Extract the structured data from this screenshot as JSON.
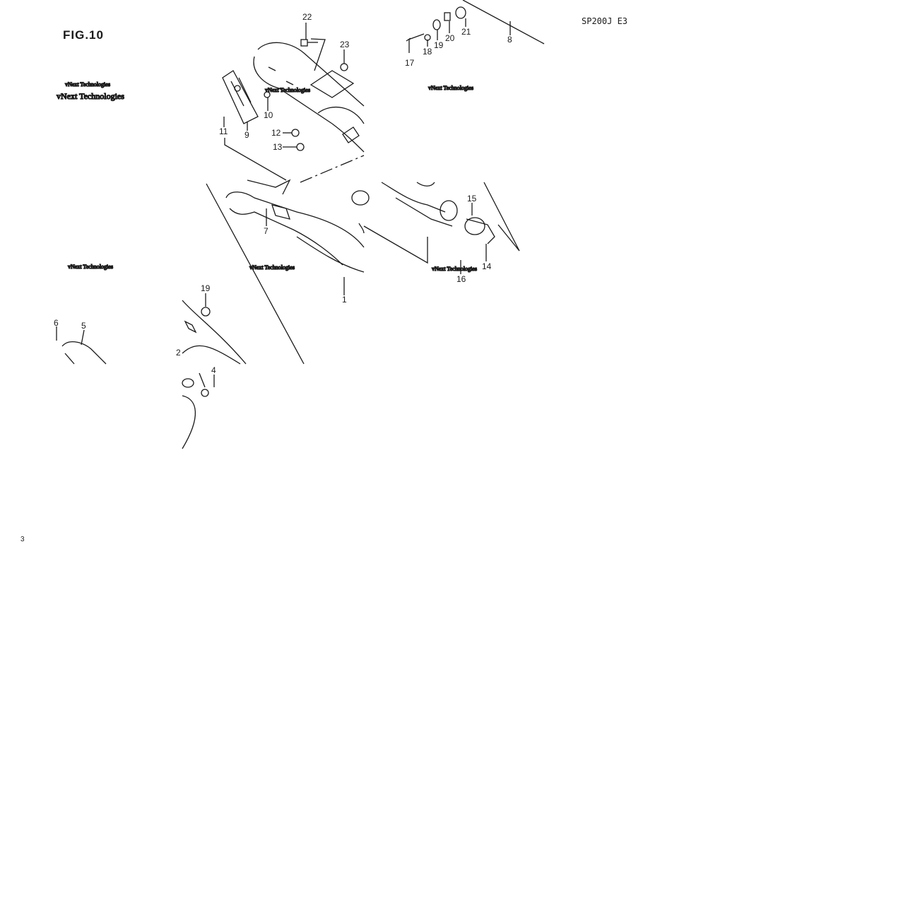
{
  "figure": {
    "title": "FIG.10",
    "model_code": "SP200J  E3"
  },
  "callouts": [
    {
      "id": "22",
      "text": "22"
    },
    {
      "id": "23",
      "text": "23"
    },
    {
      "id": "17",
      "text": "17"
    },
    {
      "id": "18",
      "text": "18"
    },
    {
      "id": "19a",
      "text": "19"
    },
    {
      "id": "20",
      "text": "20"
    },
    {
      "id": "21",
      "text": "21"
    },
    {
      "id": "8",
      "text": "8"
    },
    {
      "id": "11",
      "text": "11"
    },
    {
      "id": "9",
      "text": "9"
    },
    {
      "id": "10",
      "text": "10"
    },
    {
      "id": "12",
      "text": "12"
    },
    {
      "id": "13",
      "text": "13"
    },
    {
      "id": "7",
      "text": "7"
    },
    {
      "id": "1",
      "text": "1"
    },
    {
      "id": "15",
      "text": "15"
    },
    {
      "id": "14",
      "text": "14"
    },
    {
      "id": "16",
      "text": "16"
    },
    {
      "id": "19b",
      "text": "19"
    },
    {
      "id": "6",
      "text": "6"
    },
    {
      "id": "5",
      "text": "5"
    },
    {
      "id": "2",
      "text": "2"
    },
    {
      "id": "4",
      "text": "4"
    },
    {
      "id": "3",
      "text": "3"
    }
  ],
  "watermark": {
    "line1": "vNext Technologies"
  },
  "icon_names": [
    "exhaust-pipe-icon",
    "muffler-icon",
    "heat-shield-icon",
    "clamp-icon",
    "bolt-icon",
    "nut-icon",
    "washer-icon",
    "gasket-icon"
  ]
}
